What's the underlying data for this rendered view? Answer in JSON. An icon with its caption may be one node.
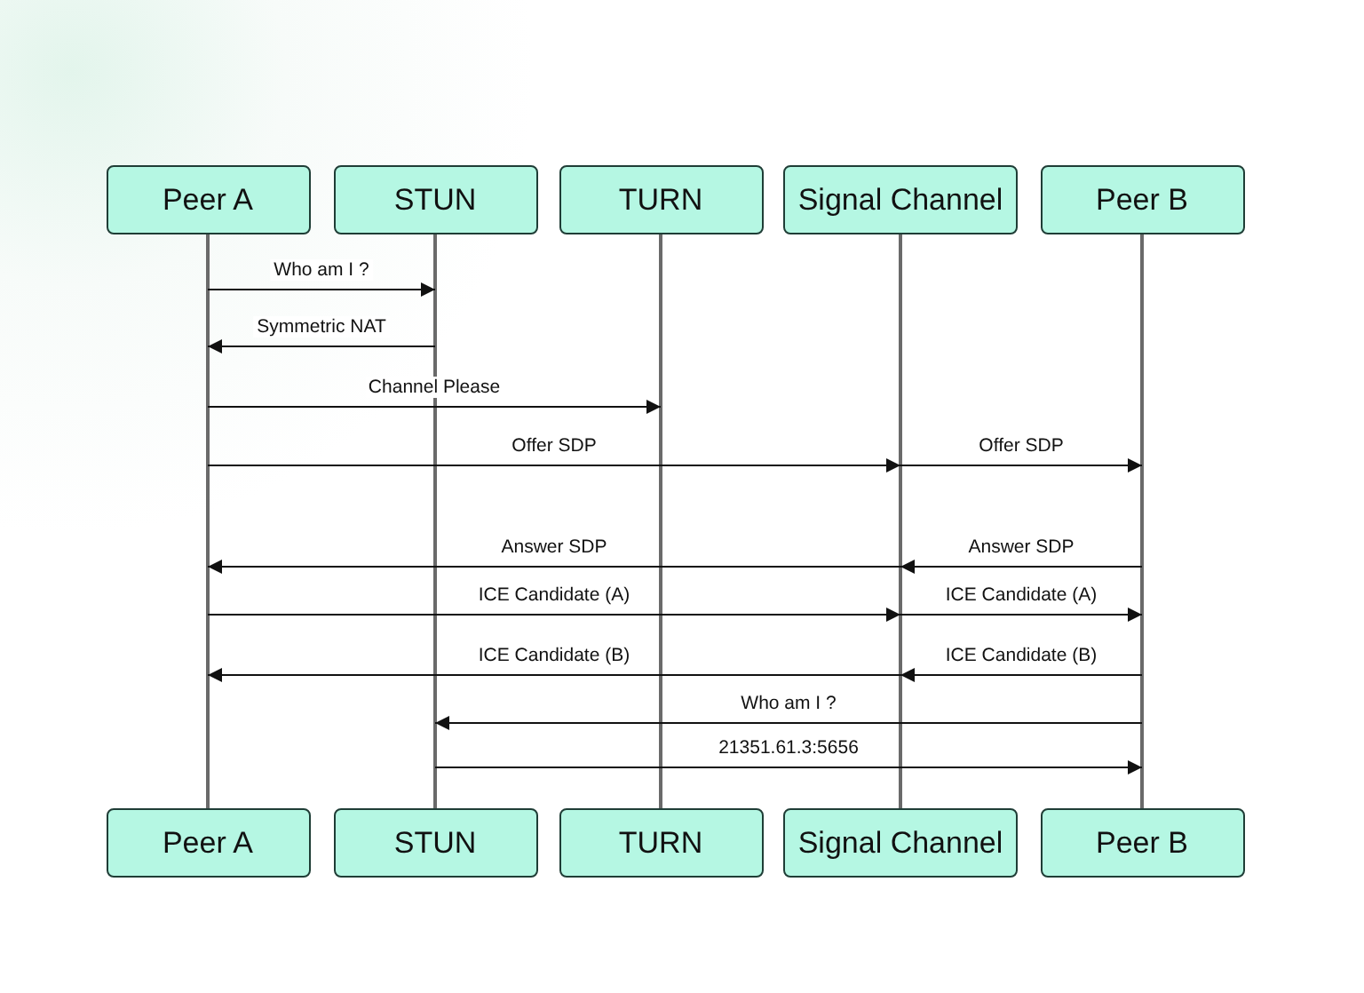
{
  "diagram": {
    "nodes": [
      {
        "text": [
          "Peer A"
        ]
      },
      {
        "text": [
          "STUN"
        ]
      },
      {
        "text": [
          "TURN"
        ]
      },
      {
        "text": [
          "Signal Channel"
        ]
      },
      {
        "text": [
          "Peer B"
        ]
      },
      {
        "text": [
          "Peer A"
        ]
      },
      {
        "text": [
          "STUN"
        ]
      },
      {
        "text": [
          "TURN"
        ]
      },
      {
        "text": [
          "Signal Channel"
        ]
      },
      {
        "text": [
          "Peer B"
        ]
      },
      {
        "text": [],
        "shape": "bar"
      },
      {
        "text": [],
        "shape": "bar"
      },
      {
        "text": [],
        "shape": "bar"
      },
      {
        "text": [],
        "shape": "bar"
      },
      {
        "text": [],
        "shape": "bar"
      }
    ],
    "edges": [
      {
        "from": 10,
        "to": 11,
        "label": "Who am I ?",
        "arrow": "to"
      },
      {
        "from": 11,
        "to": 10,
        "label": "Symmetric NAT",
        "arrow": "to"
      },
      {
        "from": 10,
        "to": 12,
        "label": "Channel Please",
        "arrow": "to"
      },
      {
        "from": 10,
        "to": 13,
        "label": "Offer SDP",
        "arrow": "to"
      },
      {
        "from": 13,
        "to": 14,
        "label": "Offer SDP",
        "arrow": "to"
      },
      {
        "from": 14,
        "to": 13,
        "label": "Answer SDP",
        "arrow": "to"
      },
      {
        "from": 13,
        "to": 10,
        "label": "Answer SDP",
        "arrow": "to"
      },
      {
        "from": 10,
        "to": 13,
        "label": "ICE Candidate (A)",
        "arrow": "to"
      },
      {
        "from": 13,
        "to": 14,
        "label": "ICE Candidate (A)",
        "arrow": "to"
      },
      {
        "from": 14,
        "to": 13,
        "label": "ICE Candidate (B)",
        "arrow": "to"
      },
      {
        "from": 13,
        "to": 10,
        "label": "ICE Candidate (B)",
        "arrow": "to"
      },
      {
        "from": 14,
        "to": 11,
        "label": "Who am I ?",
        "arrow": "to"
      },
      {
        "from": 11,
        "to": 14,
        "label": "21351.61.3:5656",
        "arrow": "to"
      }
    ]
  }
}
